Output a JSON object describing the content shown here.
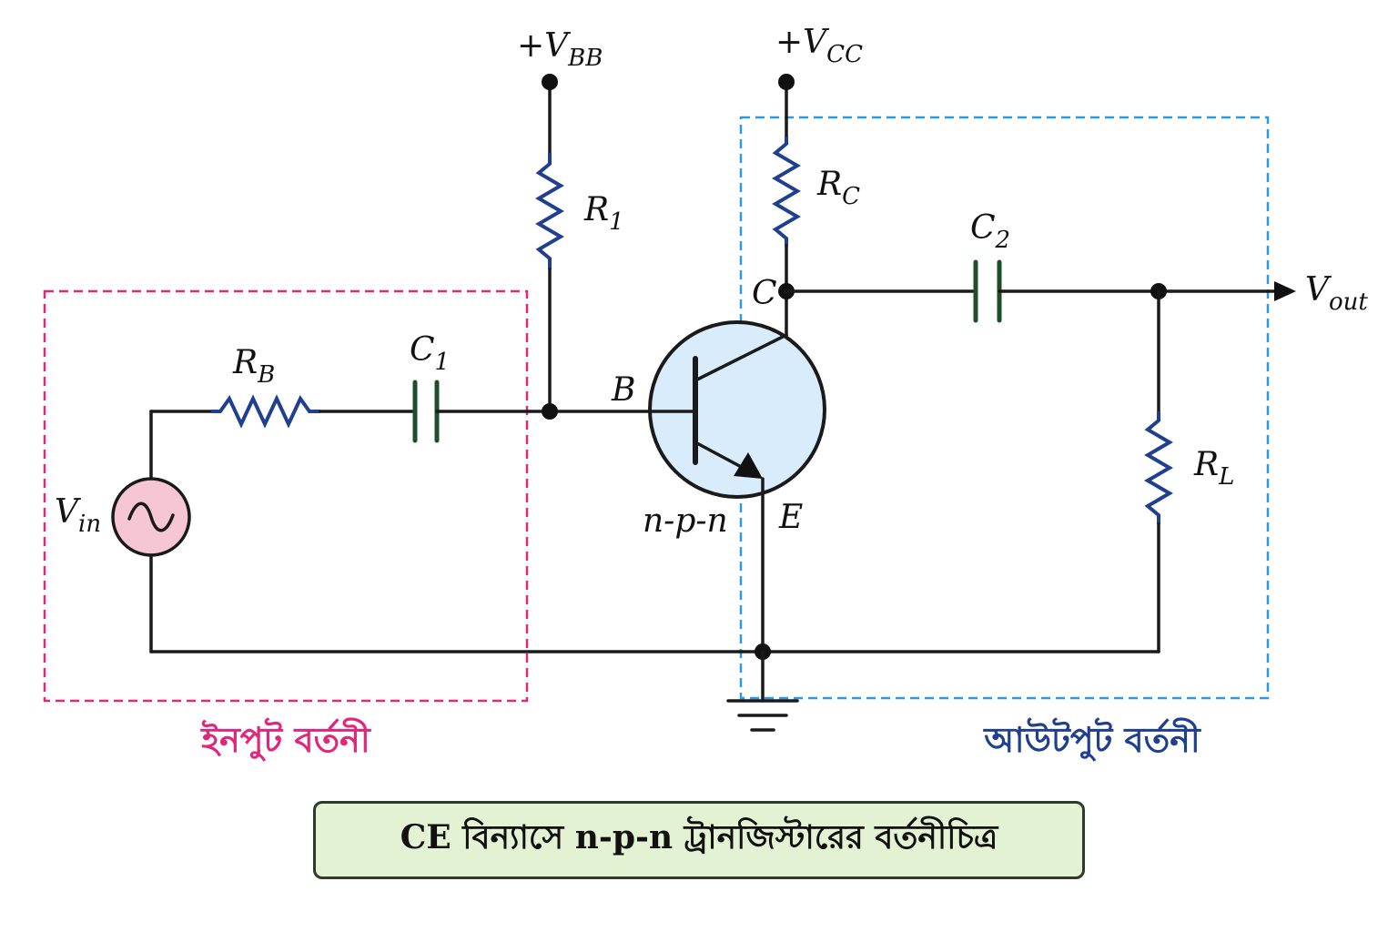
{
  "labels": {
    "vbb": "+V",
    "vbb_sub": "BB",
    "vcc": "+V",
    "vcc_sub": "CC",
    "r1": "R",
    "r1_sub": "1",
    "rc": "R",
    "rc_sub": "C",
    "rb": "R",
    "rb_sub": "B",
    "c1": "C",
    "c1_sub": "1",
    "c2": "C",
    "c2_sub": "2",
    "rl": "R",
    "rl_sub": "L",
    "vin": "V",
    "vin_sub": "in",
    "vout": "V",
    "vout_sub": "out",
    "base": "B",
    "collector": "C",
    "emitter": "E",
    "transistor_type": "n-p-n"
  },
  "regions": {
    "input": "ইনপুট বর্তনী",
    "output": "আউটপুট বর্তনী"
  },
  "caption": "CE বিন্যাসে n-p-n ট্রানজিস্টারের বর্তনীচিত্র",
  "colors": {
    "input_box": "#e0287a",
    "output_box": "#2a9ae8",
    "resistor": "#1f3f8f",
    "capacitor": "#1d4d2a",
    "transistor_fill": "#d9ecfb",
    "source_fill": "#f6c6d4",
    "caption_bg": "#e4f2d4"
  }
}
